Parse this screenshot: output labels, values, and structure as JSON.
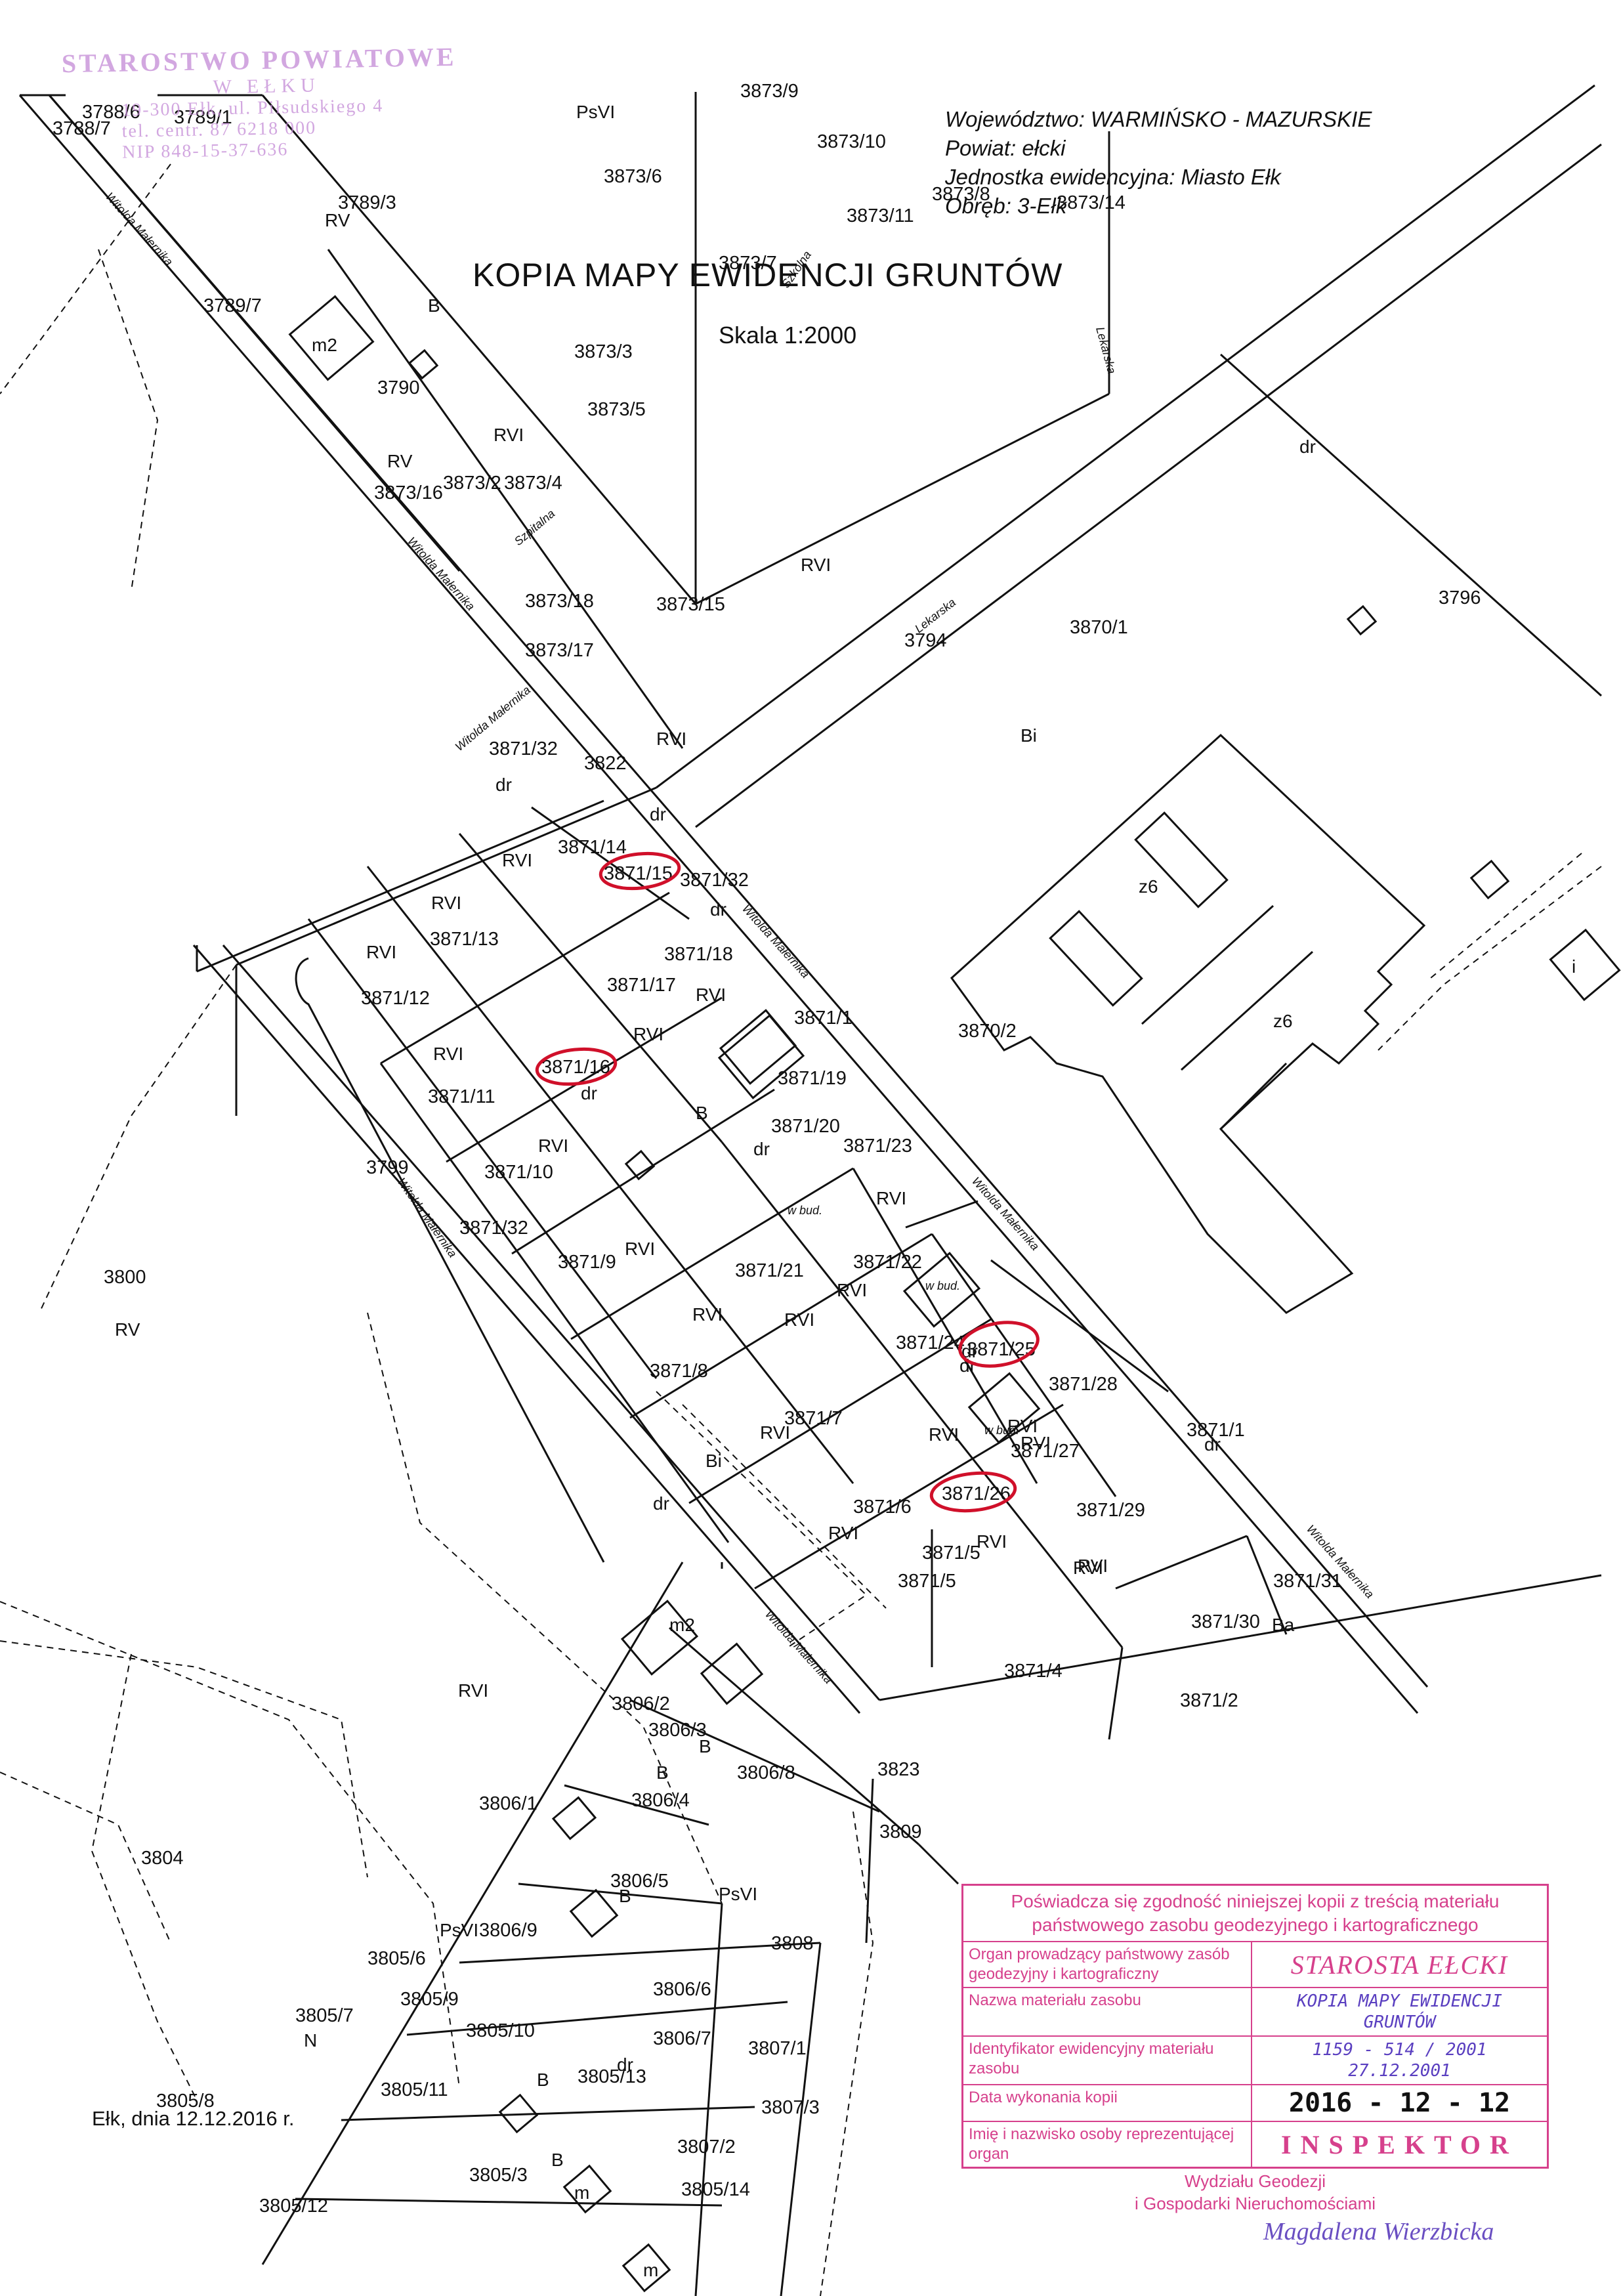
{
  "title": "KOPIA  MAPY  EWIDENCJI GRUNTÓW",
  "scale": "Skala 1:2000",
  "header_info": {
    "wojewodztwo": "Województwo:  WARMIŃSKO - MAZURSKIE",
    "powiat": "Powiat:  ełcki",
    "jednostka": "Jednostka ewidencyjna:  Miasto Ełk",
    "obreb": "Obręb:  3-Ełk"
  },
  "place_date": "Ełk, dnia 12.12.2016 r.",
  "stamp_top_left": {
    "line1": "STAROSTWO POWIATOWE",
    "line2": "W EŁKU",
    "line3": "19-300 Ełk, ul. Piłsudskiego 4",
    "line4": "tel. centr. 87 6218 000",
    "line5": "NIP 848-15-37-636"
  },
  "certification": {
    "header": "Poświadcza się zgodność niniejszej kopii z treścią materiału państwowego zasobu geodezyjnego i kartograficznego",
    "rows": [
      {
        "key": "Organ prowadzący państwowy zasób geodezyjny i kartograficzny",
        "value": "STAROSTA EŁCKI"
      },
      {
        "key": "Nazwa materiału zasobu",
        "value": "KOPIA MAPY EWIDENCJI GRUNTÓW"
      },
      {
        "key": "Identyfikator ewidencyjny materiału zasobu",
        "value": "1159 - 514 / 2001 27.12.2001"
      },
      {
        "key": "Data wykonania kopii",
        "value": "2016 - 12 - 12"
      },
      {
        "key": "Imię i nazwisko osoby reprezentującej organ",
        "value": "INSPEKTOR"
      }
    ],
    "below_line1": "Wydziału Geodezji",
    "below_line2": "i Gospodarki Nieruchomościami",
    "signature": "Magdalena Wierzbicka"
  },
  "streets": [
    {
      "id": "wm1",
      "text": "Witolda Małernika"
    },
    {
      "id": "wm2",
      "text": "Witolda Małernika"
    },
    {
      "id": "wm3",
      "text": "Witolda Małernika"
    },
    {
      "id": "wm4",
      "text": "Witolda Małernika"
    },
    {
      "id": "wm5",
      "text": "Witolda Małernika"
    },
    {
      "id": "wm6",
      "text": "Witolda Małernika"
    },
    {
      "id": "wm7",
      "text": "Witolda Małernika"
    },
    {
      "id": "wm8",
      "text": "Witolda Małernika"
    },
    {
      "id": "wm9",
      "text": "Witolda Małernika"
    },
    {
      "id": "lek1",
      "text": "Lekarska"
    },
    {
      "id": "lek2",
      "text": "Lekarska"
    },
    {
      "id": "szp",
      "text": "Szpitalna"
    },
    {
      "id": "szk",
      "text": "Szkolna"
    }
  ],
  "parcels": [
    "3788/6",
    "3788/7",
    "3789/1",
    "3789/3",
    "3789/7",
    "3790",
    "3873/9",
    "3873/10",
    "3873/6",
    "3873/8",
    "3873/11",
    "3873/14",
    "3873/7",
    "3873/3",
    "3873/5",
    "3873/16",
    "3873/2",
    "3873/4",
    "3873/18",
    "3873/15",
    "3873/17",
    "3796",
    "3794",
    "3870/1",
    "3871/32",
    "3822",
    "3871/14",
    "3871/15",
    "3871/32",
    "3871/13",
    "3871/18",
    "3871/12",
    "3871/17",
    "3871/1",
    "3870/2",
    "3871/16",
    "3871/11",
    "3871/19",
    "3871/20",
    "3871/23",
    "3799",
    "3871/10",
    "3871/32",
    "3871/9",
    "3871/21",
    "3871/22",
    "3800",
    "3871/24",
    "3871/25",
    "3871/8",
    "3871/28",
    "3871/7",
    "3871/27",
    "3871/1",
    "3871/26",
    "3871/6",
    "3871/29",
    "3871/5",
    "3871/5",
    "3871/31",
    "3871/30",
    "3871/4",
    "3871/2",
    "3806/2",
    "3806/3",
    "3806/8",
    "3823",
    "3806/1",
    "3806/4",
    "3809",
    "3804",
    "3806/5",
    "3808",
    "3806/9",
    "3805/6",
    "3806/6",
    "3805/7",
    "3805/9",
    "3805/10",
    "3806/7",
    "3807/1",
    "3805/8",
    "3805/11",
    "3805/13",
    "3807/3",
    "3807/2",
    "3805/3",
    "3805/14",
    "3805/12"
  ],
  "land_classes": [
    "PsVI",
    "RV",
    "B",
    "RVI",
    "RV",
    "RVI",
    "dr",
    "RVI",
    "Bi",
    "dr",
    "RVI",
    "dr",
    "RVI",
    "dr",
    "RVI",
    "RVI",
    "RVI",
    "RVI",
    "dr",
    "RVI",
    "RVI",
    "RVI",
    "B",
    "dr",
    "RVI",
    "RVI",
    "RVI",
    "RVI",
    "RVI",
    "RVI",
    "RVI",
    "RV",
    "dr",
    "RVI",
    "dr",
    "Bi",
    "dr",
    "RVI",
    "RVI",
    "RVI",
    "dr",
    "Ba",
    "RVI",
    "B",
    "B",
    "B",
    "PsVI",
    "N",
    "B",
    "B",
    "PsVI",
    "dr",
    "z6",
    "z6"
  ],
  "building_labels": [
    "m2",
    "w bud.",
    "w bud.",
    "w bud.",
    "m2",
    "m",
    "m",
    "i"
  ],
  "highlight_color": "#d0102a"
}
